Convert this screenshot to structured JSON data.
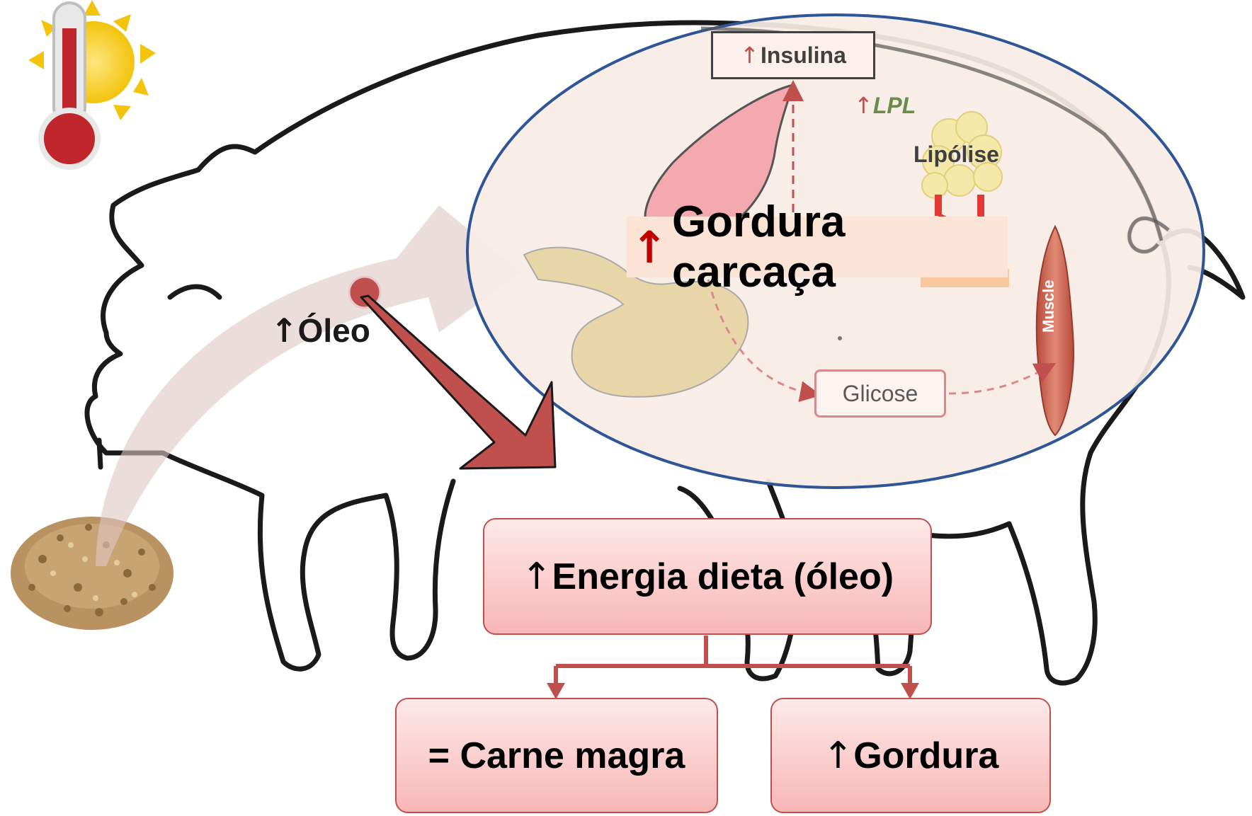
{
  "labels": {
    "oleo": "Óleo",
    "insulina": "Insulina",
    "lpl": "LPL",
    "lipolise": "Lipólise",
    "gordura_carcaca": "Gordura carcaça",
    "glicose": "Glicose",
    "muscle": "Muscle"
  },
  "flowchart": {
    "top": "Energia dieta (óleo)",
    "left": "= Carne magra",
    "right": "Gordura"
  },
  "symbols": {
    "up_arrow": "↑"
  },
  "colors": {
    "accent_red": "#c0504d",
    "dark_red": "#c00000",
    "ellipse_blue": "#2f5597",
    "box_fill": "#f8c8c8",
    "feed_brown": "#b89260"
  },
  "icons": [
    "thermometer-icon",
    "sun-icon",
    "pig-outline",
    "feed-pellets",
    "pancreas-icon",
    "stomach-icon",
    "adipocyte-cluster",
    "muscle-icon"
  ]
}
